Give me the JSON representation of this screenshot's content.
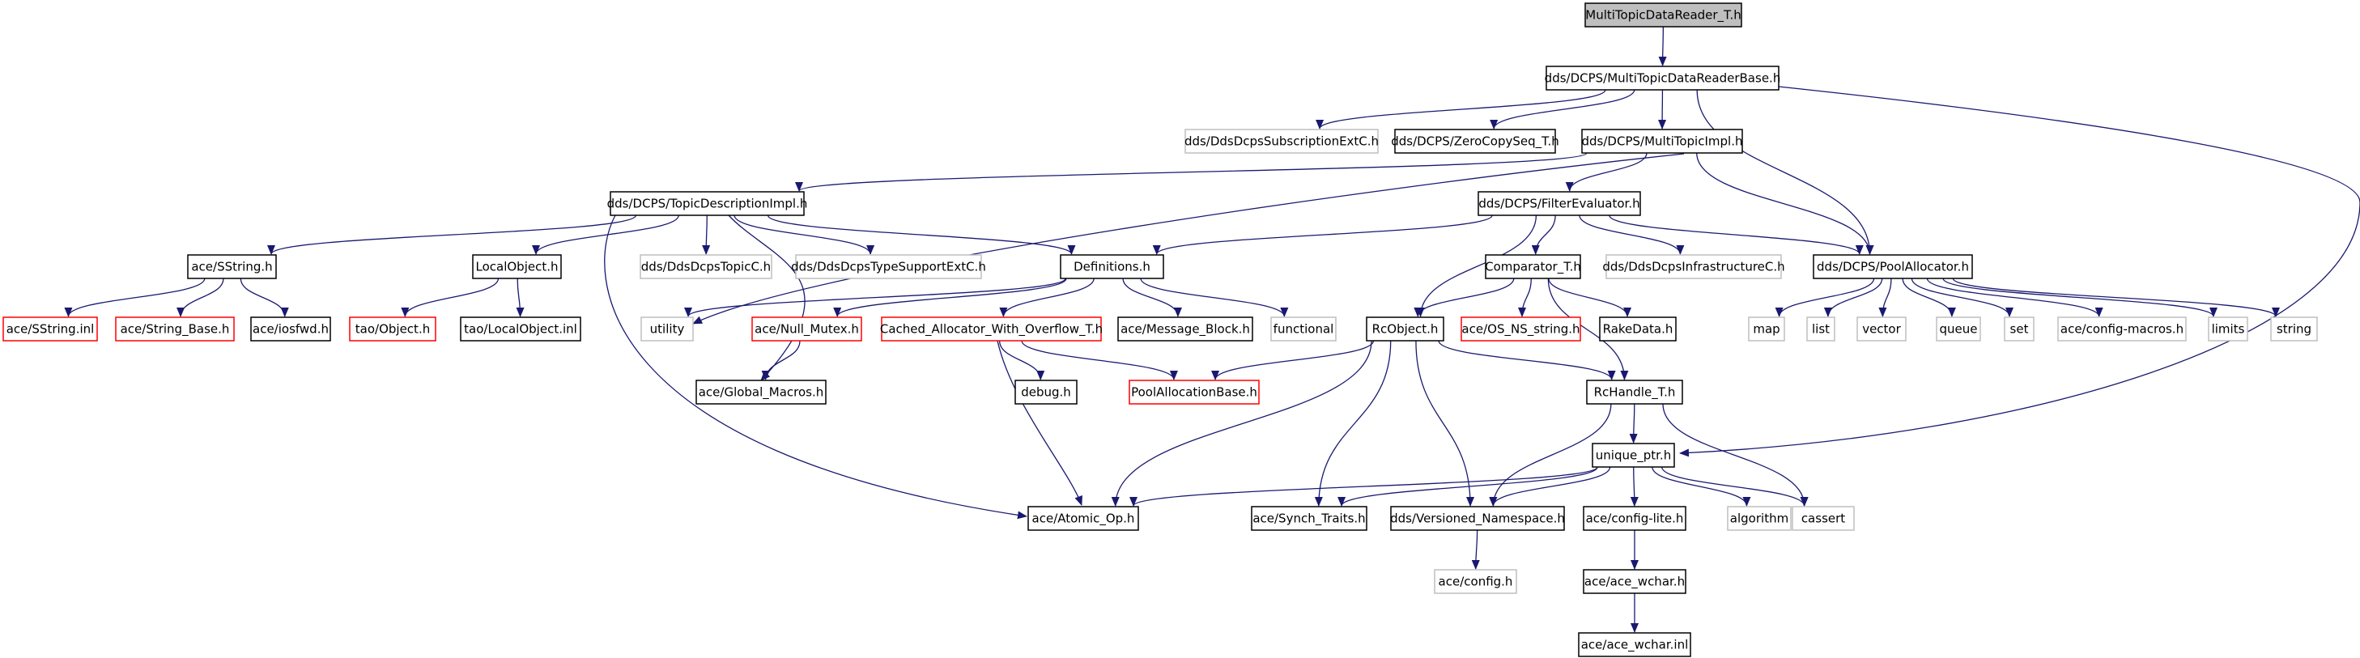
{
  "nodes": [
    {
      "id": "root",
      "label": "MultiTopicDataReader_T.h",
      "style": "root"
    },
    {
      "id": "mtdrb",
      "label": "dds/DCPS/MultiTopicDataReaderBase.h",
      "style": "normal"
    },
    {
      "id": "subext",
      "label": "dds/DdsDcpsSubscriptionExtC.h",
      "style": "missing"
    },
    {
      "id": "zcs",
      "label": "dds/DCPS/ZeroCopySeq_T.h",
      "style": "normal"
    },
    {
      "id": "mti",
      "label": "dds/DCPS/MultiTopicImpl.h",
      "style": "normal"
    },
    {
      "id": "tdi",
      "label": "dds/DCPS/TopicDescriptionImpl.h",
      "style": "normal"
    },
    {
      "id": "fe",
      "label": "dds/DCPS/FilterEvaluator.h",
      "style": "normal"
    },
    {
      "id": "sstr",
      "label": "ace/SString.h",
      "style": "normal"
    },
    {
      "id": "lobj",
      "label": "LocalObject.h",
      "style": "normal"
    },
    {
      "id": "topicc",
      "label": "dds/DdsDcpsTopicC.h",
      "style": "missing"
    },
    {
      "id": "tsext",
      "label": "dds/DdsDcpsTypeSupportExtC.h",
      "style": "missing"
    },
    {
      "id": "defs",
      "label": "Definitions.h",
      "style": "normal"
    },
    {
      "id": "comp",
      "label": "Comparator_T.h",
      "style": "normal"
    },
    {
      "id": "infra",
      "label": "dds/DdsDcpsInfrastructureC.h",
      "style": "missing"
    },
    {
      "id": "pool",
      "label": "dds/DCPS/PoolAllocator.h",
      "style": "normal"
    },
    {
      "id": "sstrinl",
      "label": "ace/SString.inl",
      "style": "truncated"
    },
    {
      "id": "strbase",
      "label": "ace/String_Base.h",
      "style": "truncated"
    },
    {
      "id": "iosfwd",
      "label": "ace/iosfwd.h",
      "style": "normal"
    },
    {
      "id": "taoobj",
      "label": "tao/Object.h",
      "style": "truncated"
    },
    {
      "id": "taolobj",
      "label": "tao/LocalObject.inl",
      "style": "normal"
    },
    {
      "id": "utility",
      "label": "utility",
      "style": "missing"
    },
    {
      "id": "nullmutex",
      "label": "ace/Null_Mutex.h",
      "style": "truncated"
    },
    {
      "id": "cawo",
      "label": "Cached_Allocator_With_Overflow_T.h",
      "style": "truncated"
    },
    {
      "id": "msgblock",
      "label": "ace/Message_Block.h",
      "style": "normal"
    },
    {
      "id": "functional",
      "label": "functional",
      "style": "missing"
    },
    {
      "id": "rcobj",
      "label": "RcObject.h",
      "style": "normal"
    },
    {
      "id": "osns",
      "label": "ace/OS_NS_string.h",
      "style": "truncated"
    },
    {
      "id": "rake",
      "label": "RakeData.h",
      "style": "normal"
    },
    {
      "id": "map",
      "label": "map",
      "style": "missing"
    },
    {
      "id": "list",
      "label": "list",
      "style": "missing"
    },
    {
      "id": "vector",
      "label": "vector",
      "style": "missing"
    },
    {
      "id": "queue",
      "label": "queue",
      "style": "missing"
    },
    {
      "id": "set",
      "label": "set",
      "style": "missing"
    },
    {
      "id": "cfgmacros",
      "label": "ace/config-macros.h",
      "style": "missing"
    },
    {
      "id": "limits",
      "label": "limits",
      "style": "missing"
    },
    {
      "id": "string",
      "label": "string",
      "style": "missing"
    },
    {
      "id": "globalmacros",
      "label": "ace/Global_Macros.h",
      "style": "normal"
    },
    {
      "id": "debug",
      "label": "debug.h",
      "style": "normal"
    },
    {
      "id": "poolalloc",
      "label": "PoolAllocationBase.h",
      "style": "truncated"
    },
    {
      "id": "rchandle",
      "label": "RcHandle_T.h",
      "style": "normal"
    },
    {
      "id": "uptr",
      "label": "unique_ptr.h",
      "style": "normal"
    },
    {
      "id": "atomic",
      "label": "ace/Atomic_Op.h",
      "style": "normal"
    },
    {
      "id": "synch",
      "label": "ace/Synch_Traits.h",
      "style": "normal"
    },
    {
      "id": "verns",
      "label": "dds/Versioned_Namespace.h",
      "style": "normal"
    },
    {
      "id": "cfglite",
      "label": "ace/config-lite.h",
      "style": "normal"
    },
    {
      "id": "algorithm",
      "label": "algorithm",
      "style": "missing"
    },
    {
      "id": "cassert",
      "label": "cassert",
      "style": "missing"
    },
    {
      "id": "aceconfig",
      "label": "ace/config.h",
      "style": "missing"
    },
    {
      "id": "wchar",
      "label": "ace/ace_wchar.h",
      "style": "normal"
    },
    {
      "id": "wcharinl",
      "label": "ace/ace_wchar.inl",
      "style": "normal"
    }
  ],
  "edges": [
    {
      "from": "root",
      "to": "mtdrb"
    },
    {
      "from": "mtdrb",
      "to": "subext"
    },
    {
      "from": "mtdrb",
      "to": "zcs"
    },
    {
      "from": "mtdrb",
      "to": "mti"
    },
    {
      "from": "mtdrb",
      "to": "pool"
    },
    {
      "from": "mtdrb",
      "to": "uptr"
    },
    {
      "from": "mti",
      "to": "tdi"
    },
    {
      "from": "mti",
      "to": "fe"
    },
    {
      "from": "mti",
      "to": "utility"
    },
    {
      "from": "mti",
      "to": "pool"
    },
    {
      "from": "tdi",
      "to": "sstr"
    },
    {
      "from": "tdi",
      "to": "lobj"
    },
    {
      "from": "tdi",
      "to": "topicc"
    },
    {
      "from": "tdi",
      "to": "tsext"
    },
    {
      "from": "tdi",
      "to": "defs"
    },
    {
      "from": "tdi",
      "to": "globalmacros"
    },
    {
      "from": "tdi",
      "to": "atomic"
    },
    {
      "from": "fe",
      "to": "defs"
    },
    {
      "from": "fe",
      "to": "comp"
    },
    {
      "from": "fe",
      "to": "infra"
    },
    {
      "from": "fe",
      "to": "pool"
    },
    {
      "from": "fe",
      "to": "rcobj"
    },
    {
      "from": "sstr",
      "to": "sstrinl"
    },
    {
      "from": "sstr",
      "to": "strbase"
    },
    {
      "from": "sstr",
      "to": "iosfwd"
    },
    {
      "from": "lobj",
      "to": "taoobj"
    },
    {
      "from": "lobj",
      "to": "taolobj"
    },
    {
      "from": "defs",
      "to": "utility"
    },
    {
      "from": "defs",
      "to": "nullmutex"
    },
    {
      "from": "defs",
      "to": "cawo"
    },
    {
      "from": "defs",
      "to": "msgblock"
    },
    {
      "from": "defs",
      "to": "functional"
    },
    {
      "from": "comp",
      "to": "rcobj"
    },
    {
      "from": "comp",
      "to": "osns"
    },
    {
      "from": "comp",
      "to": "rake"
    },
    {
      "from": "comp",
      "to": "rchandle"
    },
    {
      "from": "pool",
      "to": "map"
    },
    {
      "from": "pool",
      "to": "list"
    },
    {
      "from": "pool",
      "to": "vector"
    },
    {
      "from": "pool",
      "to": "queue"
    },
    {
      "from": "pool",
      "to": "set"
    },
    {
      "from": "pool",
      "to": "cfgmacros"
    },
    {
      "from": "pool",
      "to": "limits"
    },
    {
      "from": "pool",
      "to": "string"
    },
    {
      "from": "nullmutex",
      "to": "globalmacros"
    },
    {
      "from": "cawo",
      "to": "debug"
    },
    {
      "from": "cawo",
      "to": "poolalloc"
    },
    {
      "from": "cawo",
      "to": "atomic"
    },
    {
      "from": "rcobj",
      "to": "poolalloc"
    },
    {
      "from": "rcobj",
      "to": "rchandle"
    },
    {
      "from": "rcobj",
      "to": "atomic"
    },
    {
      "from": "rcobj",
      "to": "synch"
    },
    {
      "from": "rcobj",
      "to": "verns"
    },
    {
      "from": "rchandle",
      "to": "uptr"
    },
    {
      "from": "rchandle",
      "to": "verns"
    },
    {
      "from": "rchandle",
      "to": "cassert"
    },
    {
      "from": "uptr",
      "to": "atomic"
    },
    {
      "from": "uptr",
      "to": "synch"
    },
    {
      "from": "uptr",
      "to": "verns"
    },
    {
      "from": "uptr",
      "to": "cfglite"
    },
    {
      "from": "uptr",
      "to": "algorithm"
    },
    {
      "from": "uptr",
      "to": "cassert"
    },
    {
      "from": "verns",
      "to": "aceconfig"
    },
    {
      "from": "cfglite",
      "to": "wchar"
    },
    {
      "from": "wchar",
      "to": "wcharinl"
    }
  ],
  "colors": {
    "edge": "#191970",
    "normal_border": "#000000",
    "missing_border": "#bfbfbf",
    "truncated_border": "#ff0000",
    "root_fill": "#bfbfbf",
    "text": "#000000",
    "missing_text": "#000000"
  }
}
